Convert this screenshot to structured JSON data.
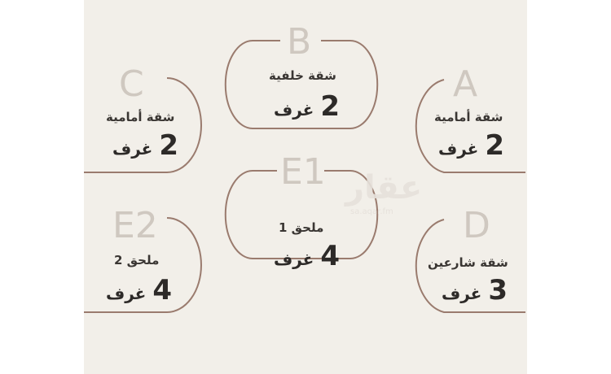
{
  "units": [
    {
      "letter": "A",
      "label": "شقة أمامية",
      "rooms": "2",
      "unit": "غرف"
    },
    {
      "letter": "B",
      "label": "شقة خلفية",
      "rooms": "2",
      "unit": "غرف"
    },
    {
      "letter": "C",
      "label": "شقة أمامية",
      "rooms": "2",
      "unit": "غرف"
    },
    {
      "letter": "D",
      "label": "شقة شارعين",
      "rooms": "3",
      "unit": "غرف"
    },
    {
      "letter": "E1",
      "label": "ملحق 1",
      "rooms": "4",
      "unit": "غرف"
    },
    {
      "letter": "E2",
      "label": "ملحق 2",
      "rooms": "4",
      "unit": "غرف"
    }
  ],
  "watermark": {
    "text": "عقار",
    "sub": "sa.aqar.fm"
  },
  "colors": {
    "background": "#f2efe9",
    "line": "#9a7b6e",
    "letter": "#cfc8c0",
    "text": "#2d2a28"
  }
}
